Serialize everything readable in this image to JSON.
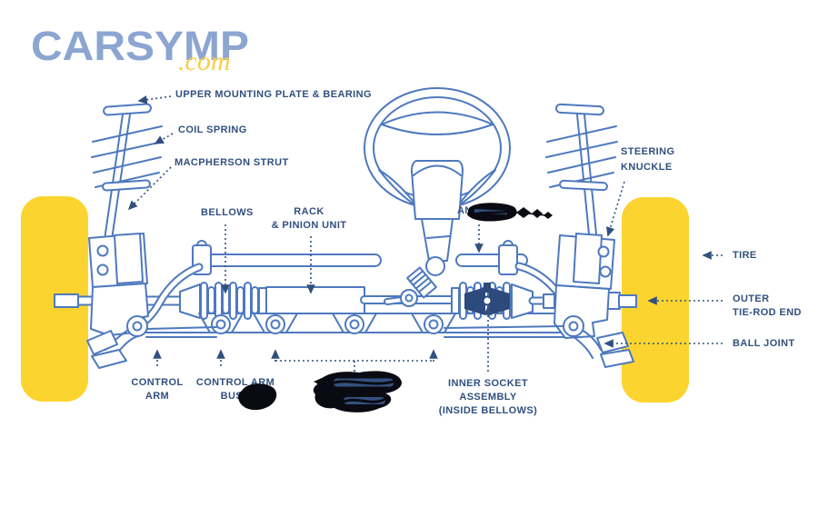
{
  "logo": {
    "brand": "CARSYMP",
    "tld": ".com"
  },
  "colors": {
    "line_blue": "#4E79BE",
    "label_navy": "#31507F",
    "tire_yellow": "#FBD42F",
    "logo_blue": "#8CA5D1",
    "logo_yellow": "#F7CF45",
    "scribble_black": "#0A0B12"
  },
  "labels": {
    "upper_mounting": "UPPER MOUNTING PLATE & BEARING",
    "coil_spring": "COIL SPRING",
    "macpherson_strut": "MACPHERSON STRUT",
    "bellows": "BELLOWS",
    "rack_line1": "RACK",
    "rack_line2": "& PINION UNIT",
    "anti_bar_partial": "AN",
    "steering_knuckle_line1": "STEERING",
    "steering_knuckle_line2": "KNUCKLE",
    "tire": "TIRE",
    "outer_tie_rod_line1": "OUTER",
    "outer_tie_rod_line2": "TIE-ROD END",
    "ball_joint": "BALL JOINT",
    "control_arm_line1": "CONTROL",
    "control_arm_line2": "ARM",
    "control_arm_bushing_line1": "CONTROL ARM",
    "control_arm_bushing_line2": "BUSH",
    "inner_socket_line1": "INNER SOCKET",
    "inner_socket_line2": "ASSEMBLY",
    "inner_socket_line3": "(INSIDE BELLOWS)"
  }
}
